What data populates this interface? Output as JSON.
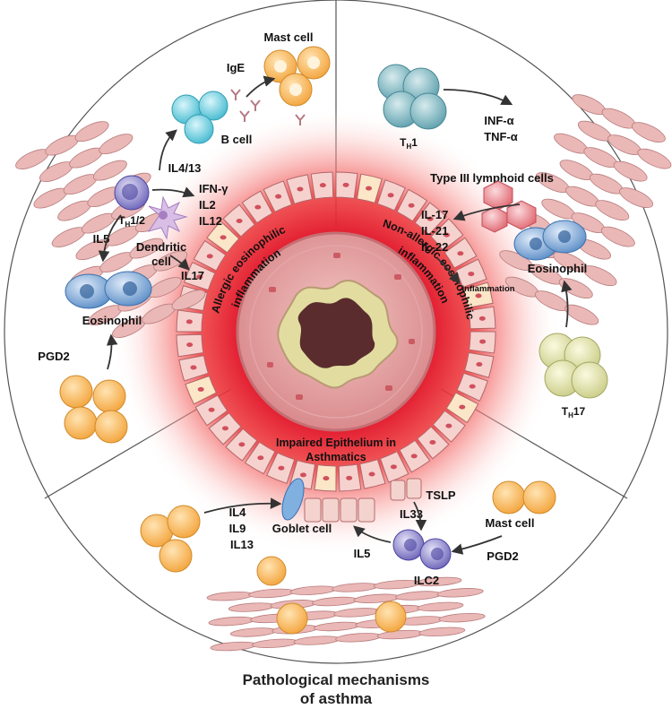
{
  "title": {
    "line1": "Pathological mechanisms",
    "line2": "of asthma"
  },
  "arc_labels": {
    "allergic_1": "Allergic eosinophilic",
    "allergic_2": "inflammation",
    "nonallergic_1": "Non-allergic eosinophilic",
    "nonallergic_2": "inflammation",
    "epithelium_1": "Impaired Epithelium in",
    "epithelium_2": "Asthmatics"
  },
  "allergic": {
    "mast_cell": "Mast cell",
    "ige": "IgE",
    "b_cell": "B cell",
    "il4_13": "IL4/13",
    "th12": "T",
    "th12_sub": "H",
    "th12_suffix": "1/2",
    "ifn_gamma": "IFN-γ",
    "il2": "IL2",
    "il12": "IL12",
    "il5": "IL5",
    "dendritic_1": "Dendritic",
    "dendritic_2": "cell",
    "il17": "IL17",
    "eosinophil": "Eosinophil",
    "pgd2": "PGD2"
  },
  "nonallergic": {
    "th1": "T",
    "th1_sub": "H",
    "th1_suffix": "1",
    "inf_alpha": "INF-α",
    "tnf_alpha": "TNF-α",
    "type3": "Type III lymphoid cells",
    "il17": "IL-17",
    "il21": "IL-21",
    "il22": "IL-22",
    "inflammation": "inflammation",
    "eosinophil": "Eosinophil",
    "th17": "T",
    "th17_sub": "H",
    "th17_suffix": "17"
  },
  "epithelium": {
    "il4": "IL4",
    "il9": "IL9",
    "il13": "IL13",
    "goblet": "Goblet cell",
    "tslp": "TSLP",
    "il33": "IL33",
    "mast_cell": "Mast cell",
    "pgd2": "PGD2",
    "il5": "IL5",
    "ilc2": "ILC2"
  }
}
